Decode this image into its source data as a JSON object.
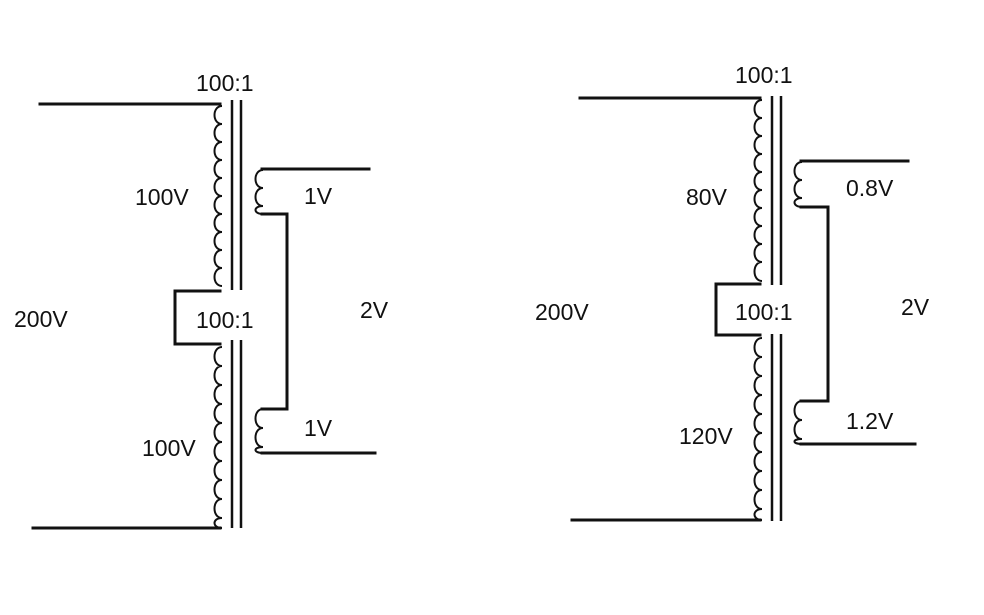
{
  "colors": {
    "ink": "#111111",
    "background": "#ffffff"
  },
  "left": {
    "top_ratio": "100:1",
    "bottom_ratio": "100:1",
    "input_voltage": "200V",
    "top_primary_voltage": "100V",
    "bottom_primary_voltage": "100V",
    "top_secondary_voltage": "1V",
    "bottom_secondary_voltage": "1V",
    "output_voltage": "2V"
  },
  "right": {
    "top_ratio": "100:1",
    "bottom_ratio": "100:1",
    "input_voltage": "200V",
    "top_primary_voltage": "80V",
    "bottom_primary_voltage": "120V",
    "top_secondary_voltage": "0.8V",
    "bottom_secondary_voltage": "1.2V",
    "output_voltage": "2V"
  }
}
